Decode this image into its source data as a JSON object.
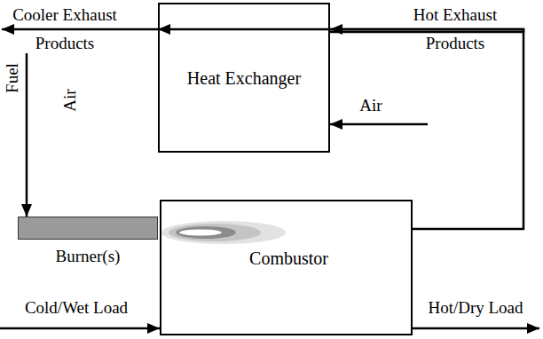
{
  "diagram": {
    "nodes": [
      {
        "text": [
          "Heat Exchanger"
        ]
      },
      {
        "text": [
          "Burner(s)"
        ]
      },
      {
        "text": [
          "Combustor"
        ]
      }
    ],
    "edges": [
      {
        "from": 2,
        "to": 0,
        "arrow": "to"
      },
      {
        "from": 0,
        "to": 1,
        "arrow": "to"
      }
    ],
    "labels": [
      "Cooler Exhaust Products",
      "Hot Exhaust Products",
      "Air",
      "Fuel",
      "Air",
      "Cold/Wet Load",
      "Hot/Dry Load"
    ]
  }
}
